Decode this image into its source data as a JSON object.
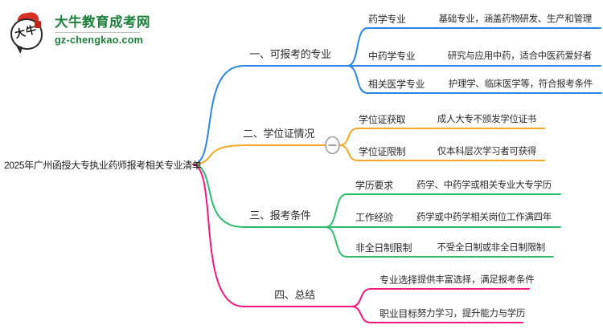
{
  "logo": {
    "icon_text": "大牛",
    "site_name": "大牛教育成考网",
    "site_url": "gz-chengkao.com"
  },
  "central_topic": "2025年广州函授大专执业药师报考相关专业清单",
  "palette": {
    "branch_blue": "#2B87E3",
    "branch_orange": "#F7A723",
    "branch_green": "#2EBD6E",
    "branch_pink": "#F2197F",
    "logo_green": "#1B7F3A",
    "text": "#2B2B2B"
  },
  "collapse_icon": {
    "symbol": "−"
  },
  "branches": [
    {
      "label": "一、可报考的专业",
      "color": "branch_blue",
      "children": [
        {
          "label": "药学专业",
          "desc": "基础专业，涵盖药物研发、生产和管理"
        },
        {
          "label": "中药学专业",
          "desc": "研究与应用中药，适合中医药爱好者"
        },
        {
          "label": "相关医学专业",
          "desc": "护理学、临床医学等，符合报考条件"
        }
      ]
    },
    {
      "label": "二、学位证情况",
      "color": "branch_orange",
      "children": [
        {
          "label": "学位证获取",
          "desc": "成人大专不颁发学位证书"
        },
        {
          "label": "学位证限制",
          "desc": "仅本科层次学习者可获得"
        }
      ]
    },
    {
      "label": "三、报考条件",
      "color": "branch_green",
      "children": [
        {
          "label": "学历要求",
          "desc": "药学、中药学或相关专业大专学历"
        },
        {
          "label": "工作经验",
          "desc": "药学或中药学相关岗位工作满四年"
        },
        {
          "label": "非全日制限制",
          "desc": "不受全日制或非全日制限制"
        }
      ]
    },
    {
      "label": "四、总结",
      "color": "branch_pink",
      "children": [
        {
          "label": "专业选择",
          "desc": "提供丰富选择，满足报考条件"
        },
        {
          "label": "职业目标",
          "desc": "努力学习，提升能力与学历"
        }
      ]
    }
  ]
}
